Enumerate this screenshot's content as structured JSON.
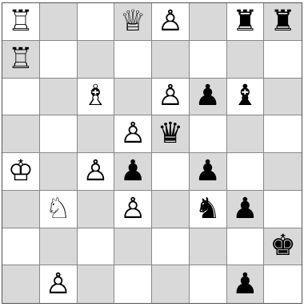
{
  "board": {
    "rows": [
      [
        "wR",
        "",
        "",
        "wQ",
        "wP",
        "",
        "bR",
        "bR"
      ],
      [
        "wR",
        "",
        "",
        "",
        "",
        "",
        "",
        ""
      ],
      [
        "",
        "",
        "wB",
        "",
        "wP",
        "bP",
        "bB",
        ""
      ],
      [
        "",
        "",
        "",
        "wP",
        "bQ",
        "",
        "",
        ""
      ],
      [
        "wK",
        "",
        "wP",
        "bP",
        "",
        "bP",
        "",
        ""
      ],
      [
        "",
        "wN",
        "",
        "wP",
        "",
        "bN",
        "bP",
        ""
      ],
      [
        "",
        "",
        "",
        "",
        "",
        "",
        "",
        "bK"
      ],
      [
        "",
        "wP",
        "",
        "",
        "",
        "",
        "bP",
        ""
      ]
    ],
    "pieces": {
      "wK": {
        "glyph": "♔",
        "name": "white-king"
      },
      "wQ": {
        "glyph": "♕",
        "name": "white-queen"
      },
      "wR": {
        "glyph": "♖",
        "name": "white-rook"
      },
      "wB": {
        "glyph": "♗",
        "name": "white-bishop"
      },
      "wN": {
        "glyph": "♘",
        "name": "white-knight"
      },
      "wP": {
        "glyph": "♙",
        "name": "white-pawn"
      },
      "bK": {
        "glyph": "♚",
        "name": "black-king"
      },
      "bQ": {
        "glyph": "♛",
        "name": "black-queen"
      },
      "bR": {
        "glyph": "♜",
        "name": "black-rook"
      },
      "bB": {
        "glyph": "♝",
        "name": "black-bishop"
      },
      "bN": {
        "glyph": "♞",
        "name": "black-knight"
      },
      "bP": {
        "glyph": "♟",
        "name": "black-pawn"
      }
    },
    "colors": {
      "light_square": "#ffffff",
      "dark_square": "#d9d9d9"
    }
  }
}
